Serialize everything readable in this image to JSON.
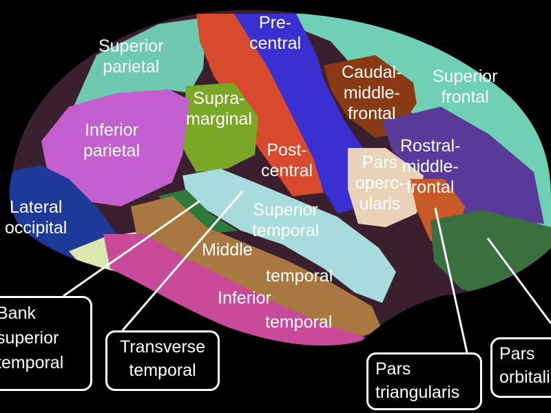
{
  "diagram": {
    "background": "#000000",
    "regions": {
      "superior_parietal": {
        "label": [
          "Superior",
          "parietal"
        ],
        "color": "#6fc9b0"
      },
      "precentral": {
        "label": [
          "Pre-",
          "central"
        ],
        "color": "#3a2fd0"
      },
      "postcentral": {
        "label": [
          "Post-",
          "central"
        ],
        "color": "#d84a2e"
      },
      "caudal_middle_frontal": {
        "label": [
          "Caudal-",
          "middle-",
          "frontal"
        ],
        "color": "#8a3a12"
      },
      "superior_frontal": {
        "label": [
          "Superior",
          "frontal"
        ],
        "color": "#6fd0b6"
      },
      "supramarginal": {
        "label": [
          "Supra-",
          "marginal"
        ],
        "color": "#7aa826"
      },
      "inferior_parietal": {
        "label": [
          "Inferior",
          "parietal"
        ],
        "color": "#c45fd0"
      },
      "rostral_middle_frontal": {
        "label": [
          "Rostral-",
          "middle-",
          "frontal"
        ],
        "color": "#5a3a98"
      },
      "pars_opercularis": {
        "label": [
          "Pars",
          "operc-",
          "ularis"
        ],
        "color": "#e8d2b8"
      },
      "lateral_occipital": {
        "label": [
          "Lateral",
          "occipital"
        ],
        "color": "#1e3a98"
      },
      "superior_temporal": {
        "label": [
          "Superior",
          "temporal"
        ],
        "color": "#a8dcdc"
      },
      "middle_temporal": {
        "label": [
          "Middle",
          "temporal"
        ],
        "color": "#a87840"
      },
      "inferior_temporal": {
        "label": [
          "Inferior",
          "temporal"
        ],
        "color": "#c84a98"
      }
    },
    "callouts": {
      "bank_superior_temporal": {
        "label": [
          "Bank",
          "superior",
          "temporal"
        ]
      },
      "transverse_temporal": {
        "label": [
          "Transverse",
          "temporal"
        ],
        "color": "#2e7a3a"
      },
      "pars_triangularis": {
        "label": [
          "Pars",
          "triangularis"
        ],
        "color": "#c85a28"
      },
      "pars_orbitalis": {
        "label": [
          "Pars",
          "orbitalis"
        ],
        "color": "#3a7040"
      }
    }
  }
}
